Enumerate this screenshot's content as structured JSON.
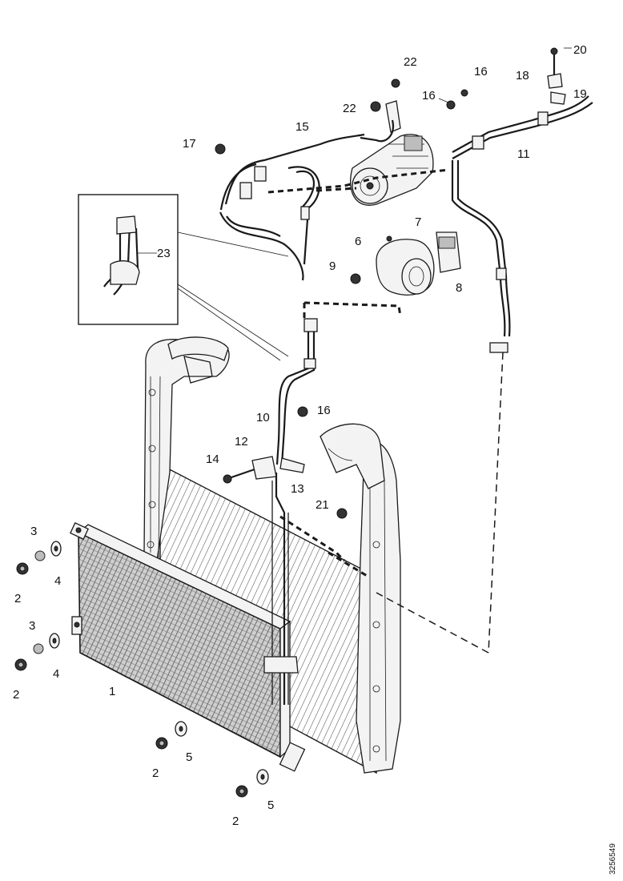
{
  "callouts": [
    {
      "id": "c1",
      "text": "1"
    },
    {
      "id": "c2a",
      "text": "2"
    },
    {
      "id": "c2b",
      "text": "2"
    },
    {
      "id": "c2c",
      "text": "2"
    },
    {
      "id": "c2d",
      "text": "2"
    },
    {
      "id": "c3a",
      "text": "3"
    },
    {
      "id": "c3b",
      "text": "3"
    },
    {
      "id": "c4a",
      "text": "4"
    },
    {
      "id": "c4b",
      "text": "4"
    },
    {
      "id": "c5a",
      "text": "5"
    },
    {
      "id": "c5b",
      "text": "5"
    },
    {
      "id": "c6",
      "text": "6"
    },
    {
      "id": "c7",
      "text": "7"
    },
    {
      "id": "c8",
      "text": "8"
    },
    {
      "id": "c9",
      "text": "9"
    },
    {
      "id": "c10",
      "text": "10"
    },
    {
      "id": "c11",
      "text": "11"
    },
    {
      "id": "c12",
      "text": "12"
    },
    {
      "id": "c13",
      "text": "13"
    },
    {
      "id": "c14",
      "text": "14"
    },
    {
      "id": "c15",
      "text": "15"
    },
    {
      "id": "c16a",
      "text": "16"
    },
    {
      "id": "c16b",
      "text": "16"
    },
    {
      "id": "c16c",
      "text": "16"
    },
    {
      "id": "c17",
      "text": "17"
    },
    {
      "id": "c18",
      "text": "18"
    },
    {
      "id": "c19",
      "text": "19"
    },
    {
      "id": "c20",
      "text": "20"
    },
    {
      "id": "c21",
      "text": "21"
    },
    {
      "id": "c22a",
      "text": "22"
    },
    {
      "id": "c22b",
      "text": "22"
    },
    {
      "id": "c23",
      "text": "23"
    }
  ],
  "reference_number": "3256549"
}
